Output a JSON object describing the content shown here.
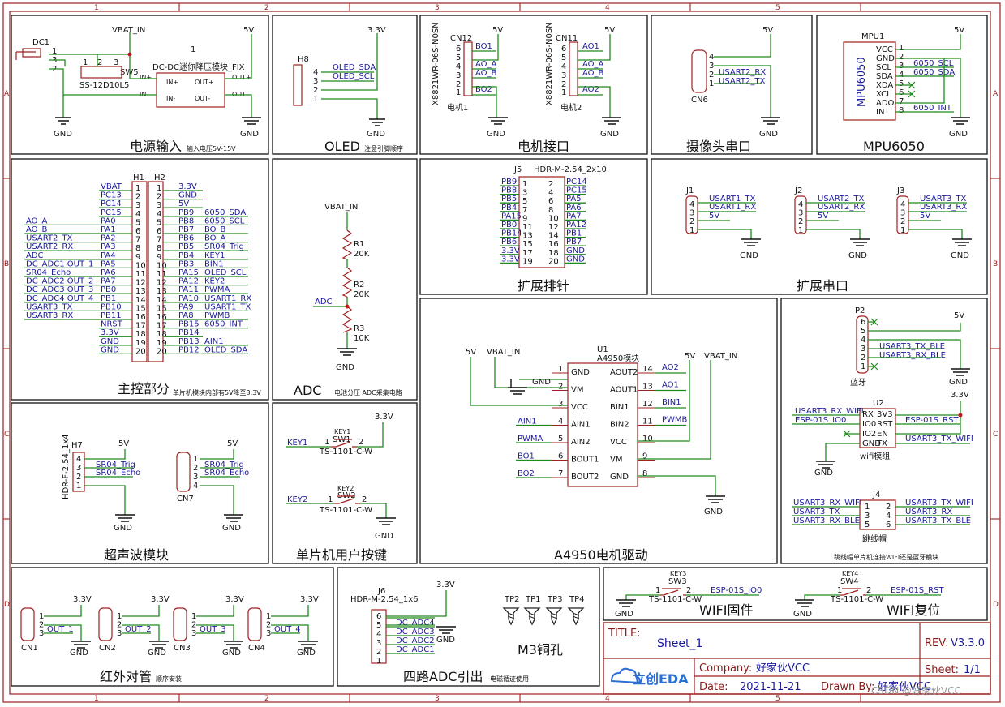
{
  "ruler": {
    "cols": [
      "1",
      "2",
      "3",
      "4",
      "5"
    ],
    "rows": [
      "A",
      "B",
      "C",
      "D"
    ]
  },
  "panels": {
    "power": {
      "title": "电源输入",
      "sub": "输入电压5V-15V"
    },
    "oled": {
      "title": "OLED",
      "sub": "注意引脚顺序"
    },
    "motor": {
      "title": "电机接口"
    },
    "camera": {
      "title": "摄像头串口"
    },
    "mpu": {
      "title": "MPU6050"
    },
    "main": {
      "title": "主控部分",
      "sub": "单片机模块内部有5V降至3.3V"
    },
    "adc": {
      "title": "ADC",
      "sub": "电池分压 ADC采集电路"
    },
    "header": {
      "title": "扩展排针"
    },
    "uart": {
      "title": "扩展串口"
    },
    "ultra": {
      "title": "超声波模块"
    },
    "keys": {
      "title": "单片机用户按键"
    },
    "driver": {
      "title": "A4950电机驱动"
    },
    "ir": {
      "title": "红外对管",
      "sub": "顺序安装"
    },
    "adc4": {
      "title": "四路ADC引出",
      "sub": "电磁循迹使用"
    },
    "m3": {
      "title": "M3铜孔"
    },
    "wififw": {
      "title": "WIFI固件"
    },
    "wifirst": {
      "title": "WIFI复位"
    },
    "wifimod": {
      "title": "wifi模组"
    },
    "jumper": {
      "title": "跳线帽",
      "sub": "跳线帽单片机连接WIFI还是蓝牙模块"
    },
    "bt": {
      "title": "蓝牙"
    }
  },
  "power": {
    "vbat": "VBAT_IN",
    "v5": "5V",
    "gnd1": "GND",
    "gnd2": "GND",
    "dc1": "DC1",
    "sw5": "SW5",
    "ss": "SS-12D10L5",
    "mod_name": "DC-DC迷你降压模块_FIX",
    "mod_num": "1",
    "in_p": "IN+",
    "in_n": "IN-",
    "out_p": "OUT+",
    "out_n": "OUT-",
    "pin_inp": "IN+",
    "pin_inn": "IN-",
    "pin_outp": "OUT+",
    "pin_outn": "OUT-",
    "p1": "1",
    "p2": "2",
    "p3": "3"
  },
  "oled": {
    "v33": "3.3V",
    "ref": "H8",
    "sda": "OLED_SDA",
    "scl": "OLED_SCL",
    "gnd": "GND",
    "pins": [
      "4",
      "3",
      "2",
      "1"
    ]
  },
  "motor": {
    "m1": {
      "ref": "CN12",
      "part": "X8821WR-06S-N0SN",
      "name": "电机1",
      "v5": "5V",
      "gnd": "GND",
      "nets": [
        "BO1",
        "",
        "AO_A",
        "AO_B",
        "",
        "BO2"
      ]
    },
    "m2": {
      "ref": "CN11",
      "part": "X8821WR-06S-N0SN",
      "name": "电机2",
      "v5": "5V",
      "gnd": "GND",
      "nets": [
        "AO1",
        "",
        "AO_A",
        "AO_B",
        "",
        "AO2"
      ]
    },
    "pins": [
      "6",
      "5",
      "4",
      "3",
      "2",
      "1"
    ]
  },
  "camera": {
    "ref": "CN6",
    "v5": "5V",
    "gnd": "GND",
    "rx": "USART2_RX",
    "tx": "USART2_TX",
    "pins": [
      "4",
      "3",
      "2",
      "1"
    ]
  },
  "mpu": {
    "ref": "MPU1",
    "chip": "MPU6050",
    "v5": "5V",
    "gnd": "GND",
    "pins": [
      "VCC",
      "GND",
      "SCL",
      "SDA",
      "XDA",
      "XCL",
      "ADO",
      "INT"
    ],
    "nums": [
      "1",
      "2",
      "3",
      "4",
      "5",
      "6",
      "7",
      "8"
    ],
    "nets": [
      "",
      "",
      "6050_SCL",
      "6050_SDA",
      "",
      "",
      "",
      "6050_INT"
    ]
  },
  "main": {
    "h1": "H1",
    "h2": "H2",
    "left_far": [
      "",
      "",
      "",
      "",
      "AO_A",
      "AO_B",
      "USART2_TX",
      "USART2_RX",
      "ADC",
      "DC_ADC1 OUT_1",
      "SR04_Echo",
      "DC_ADC2 OUT_2",
      "DC_ADC3 OUT_3",
      "DC_ADC4 OUT_4",
      "USART3_TX",
      "USART3_RX",
      "",
      "",
      "",
      ""
    ],
    "h1_labels": [
      "VBAT",
      "PC13",
      "PC14",
      "PC15",
      "PA0",
      "PA1",
      "PA2",
      "PA3",
      "PA4",
      "PA5",
      "PA6",
      "PA7",
      "PB0",
      "PB1",
      "PB10",
      "PB11",
      "NRST",
      "3.3V",
      "GND",
      "GND"
    ],
    "h2_labels": [
      "3.3V",
      "GND",
      "5V",
      "PB9",
      "PB8",
      "PB7",
      "PB6",
      "PB5",
      "PB4",
      "PB3",
      "PA15",
      "PA12",
      "PA11",
      "PA10",
      "PA9",
      "PA8",
      "PB15",
      "PB14",
      "PB13",
      "PB12"
    ],
    "right_far": [
      "",
      "",
      "",
      "6050_SDA",
      "6050_SCL",
      "BO_B",
      "BO_A",
      "SR04_Trig",
      "KEY1",
      "BIN1",
      "OLED_SCL",
      "KEY2",
      "PWMA",
      "USART1_RX",
      "USART1_TX",
      "PWMB",
      "6050_INT",
      "",
      "AIN1",
      "OLED_SDA"
    ],
    "nums": [
      "1",
      "2",
      "3",
      "4",
      "5",
      "6",
      "7",
      "8",
      "9",
      "10",
      "11",
      "12",
      "13",
      "14",
      "15",
      "16",
      "17",
      "18",
      "19",
      "20"
    ]
  },
  "adc": {
    "vbat": "VBAT_IN",
    "r1": "R1",
    "r1v": "20K",
    "r2": "R2",
    "r2v": "20K",
    "r3": "R3",
    "r3v": "10K",
    "net": "ADC",
    "gnd": "GND"
  },
  "header": {
    "ref": "J5",
    "part": "HDR-M-2.54_2x10",
    "left": [
      "PB9",
      "PB8",
      "PB5",
      "PB4",
      "PA15",
      "PB0",
      "PB14",
      "PB6",
      "3.3V",
      "3.3V"
    ],
    "right": [
      "PC14",
      "PC15",
      "PA5",
      "PA6",
      "PA7",
      "PA12",
      "PB1",
      "PB7",
      "GND",
      "GND"
    ],
    "lnums": [
      "1",
      "3",
      "5",
      "7",
      "9",
      "11",
      "13",
      "15",
      "17",
      "19"
    ],
    "rnums": [
      "2",
      "4",
      "6",
      "8",
      "10",
      "12",
      "14",
      "16",
      "18",
      "20"
    ]
  },
  "uart": {
    "j1": {
      "ref": "J1",
      "tx": "USART1_TX",
      "rx": "USART1_RX",
      "v": "5V",
      "gnd": "GND"
    },
    "j2": {
      "ref": "J2",
      "tx": "USART2_TX",
      "rx": "USART2_RX",
      "v": "5V",
      "gnd": "GND"
    },
    "j3": {
      "ref": "J3",
      "tx": "USART3_TX",
      "rx": "USART3_RX",
      "v": "5V",
      "gnd": "GND"
    },
    "pins": [
      "4",
      "3",
      "2",
      "1"
    ]
  },
  "bt": {
    "ref": "P2",
    "v5": "5V",
    "gnd": "GND",
    "tx": "USART3_TX_BLE",
    "rx": "USART3_RX_BLE",
    "pins": [
      "6",
      "5",
      "4",
      "3",
      "2",
      "1"
    ]
  },
  "wifi": {
    "ref": "U2",
    "v33": "3.3V",
    "gnd": "GND",
    "lnet1": "USART3_RX_WIFI",
    "lnet2": "ESP-01S_IO0",
    "rnet1": "ESP-01S_RST",
    "rnet2": "USART3_TX_WIFI",
    "lpins": [
      "RX",
      "IO0",
      "IO2",
      "GND"
    ],
    "rpins": [
      "3V3",
      "RST",
      "EN",
      "TX"
    ]
  },
  "jumper": {
    "ref": "J4",
    "left": [
      "USART3_RX_WIFI",
      "USART3_TX",
      "USART3_RX_BLE"
    ],
    "right": [
      "USART3_TX_WIFI",
      "USART3_RX",
      "USART3_TX_BLE"
    ],
    "lnums": [
      "1",
      "3",
      "5"
    ],
    "rnums": [
      "2",
      "4",
      "6"
    ]
  },
  "ultra": {
    "h7": {
      "ref": "H7",
      "part": "HDR-F-2.54_1x4",
      "v5": "5V",
      "gnd": "GND",
      "trig": "SR04_Trig",
      "echo": "SR04_Echo",
      "pins": [
        "4",
        "3",
        "2",
        "1"
      ]
    },
    "cn7": {
      "ref": "CN7",
      "v5": "5V",
      "gnd": "GND",
      "trig": "SR04_Trig",
      "echo": "SR04_Echo",
      "pins": [
        "1",
        "2",
        "3",
        "4"
      ]
    }
  },
  "keys": {
    "k1": {
      "ref": "KEY1",
      "sw": "SW1",
      "part": "TS-1101-C-W",
      "net": "KEY1",
      "v": "3.3V",
      "p1": "1",
      "p2": "2"
    },
    "k2": {
      "ref": "KEY2",
      "sw": "SW2",
      "part": "TS-1101-C-W",
      "net": "KEY2",
      "gnd": "GND",
      "p1": "1",
      "p2": "2"
    }
  },
  "driver": {
    "ref": "U1",
    "part": "A4950模块",
    "v5a": "5V",
    "vbata": "VBAT_IN",
    "v5b": "5V",
    "vbatb": "VBAT_IN",
    "gnd1": "GND",
    "gnd2": "GND",
    "lpins": [
      "GND",
      "VM",
      "VCC",
      "AIN1",
      "AIN2",
      "BOUT1",
      "BOUT2"
    ],
    "lnums": [
      "1",
      "2",
      "3",
      "4",
      "5",
      "6",
      "7"
    ],
    "lnets": [
      "",
      "",
      "",
      "AIN1",
      "PWMA",
      "BO1",
      "BO2"
    ],
    "rpins": [
      "AOUT2",
      "AOUT1",
      "BIN1",
      "BIN2",
      "VCC",
      "VM",
      "GND"
    ],
    "rnums": [
      "14",
      "13",
      "12",
      "11",
      "10",
      "9",
      "8"
    ],
    "rnets": [
      "AO2",
      "AO1",
      "BIN1",
      "PWMB",
      "",
      "",
      ""
    ]
  },
  "ir": {
    "items": [
      {
        "ref": "CN1",
        "v": "3.3V",
        "gnd": "GND",
        "out": "OUT_1"
      },
      {
        "ref": "CN2",
        "v": "3.3V",
        "gnd": "GND",
        "out": "OUT_2"
      },
      {
        "ref": "CN3",
        "v": "3.3V",
        "gnd": "GND",
        "out": "OUT_3"
      },
      {
        "ref": "CN4",
        "v": "3.3V",
        "gnd": "GND",
        "out": "OUT_4"
      }
    ],
    "pins": [
      "1",
      "2",
      "3"
    ]
  },
  "adc4": {
    "ref": "J6",
    "part": "HDR-M-2.54_1x6",
    "v": "3.3V",
    "gnd": "GND",
    "nets": [
      "",
      "",
      "DC_ADC4",
      "DC_ADC3",
      "DC_ADC2",
      "DC_ADC1"
    ],
    "pins": [
      "6",
      "5",
      "4",
      "3",
      "2",
      "1"
    ]
  },
  "m3": {
    "tps": [
      "TP2",
      "TP1",
      "TP3",
      "TP4"
    ]
  },
  "wifikeys": {
    "k3": {
      "ref": "KEY3",
      "sw": "SW3",
      "part": "TS-1101-C-W",
      "net": "ESP-01S_IO0",
      "gnd": "GND",
      "p1": "1",
      "p2": "2"
    },
    "k4": {
      "ref": "KEY4",
      "sw": "SW4",
      "part": "TS-1101-C-W",
      "net": "ESP-01S_RST",
      "gnd": "GND",
      "p1": "1",
      "p2": "2"
    }
  },
  "titleblock": {
    "title_label": "TITLE:",
    "title": "Sheet_1",
    "rev_label": "REV:",
    "rev": "V3.3.0",
    "company_label": "Company:",
    "company": "好家伙VCC",
    "sheet_label": "Sheet:",
    "sheet": "1/1",
    "date_label": "Date:",
    "date": "2021-11-21",
    "drawn_label": "Drawn By:",
    "drawn": "好家伙VCC",
    "logo": "立创EDA",
    "watermark": "CSDN @好家伙VCC"
  },
  "colors": {
    "frame": "#9a2020",
    "wire": "#1d8a1d",
    "net": "#1a1a9c",
    "part": "#a02020"
  }
}
